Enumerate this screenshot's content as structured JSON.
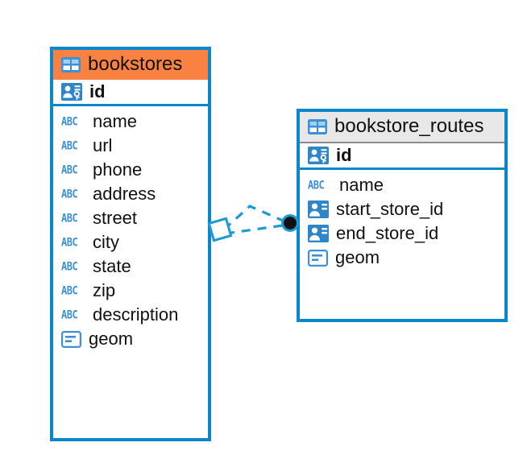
{
  "diagram": {
    "type": "entity-relationship-diagram",
    "accent_color": "#0a86cc",
    "icon_blue": "#3d90d7",
    "highlight_color": "#f98242",
    "header_gray": "#e8e8e8",
    "entities": [
      {
        "name": "bookstores",
        "header_style": "orange",
        "table_icon": "table-icon",
        "primary_key": {
          "label": "id",
          "icon": "primary-key-icon",
          "type": "pk"
        },
        "fields": [
          {
            "label": "name",
            "icon": "text-type-icon",
            "type": "abc"
          },
          {
            "label": "url",
            "icon": "text-type-icon",
            "type": "abc"
          },
          {
            "label": "phone",
            "icon": "text-type-icon",
            "type": "abc"
          },
          {
            "label": "address",
            "icon": "text-type-icon",
            "type": "abc"
          },
          {
            "label": "street",
            "icon": "text-type-icon",
            "type": "abc"
          },
          {
            "label": "city",
            "icon": "text-type-icon",
            "type": "abc"
          },
          {
            "label": "state",
            "icon": "text-type-icon",
            "type": "abc"
          },
          {
            "label": "zip",
            "icon": "text-type-icon",
            "type": "abc"
          },
          {
            "label": "description",
            "icon": "text-type-icon",
            "type": "abc"
          },
          {
            "label": "geom",
            "icon": "geometry-type-icon",
            "type": "geom"
          }
        ]
      },
      {
        "name": "bookstore_routes",
        "header_style": "gray",
        "table_icon": "table-icon",
        "primary_key": {
          "label": "id",
          "icon": "primary-key-icon",
          "type": "pk"
        },
        "fields": [
          {
            "label": "name",
            "icon": "text-type-icon",
            "type": "abc"
          },
          {
            "label": "start_store_id",
            "icon": "foreign-key-icon",
            "type": "fk"
          },
          {
            "label": "end_store_id",
            "icon": "foreign-key-icon",
            "type": "fk"
          },
          {
            "label": "geom",
            "icon": "geometry-type-icon",
            "type": "geom"
          }
        ]
      }
    ],
    "relationship": {
      "source_entity": "bookstores",
      "target_entity": "bookstore_routes",
      "line_style": "dashed",
      "line_color": "#1b9ad6",
      "source_marker": "diamond-marker",
      "target_marker": "filled-circle-marker"
    }
  }
}
